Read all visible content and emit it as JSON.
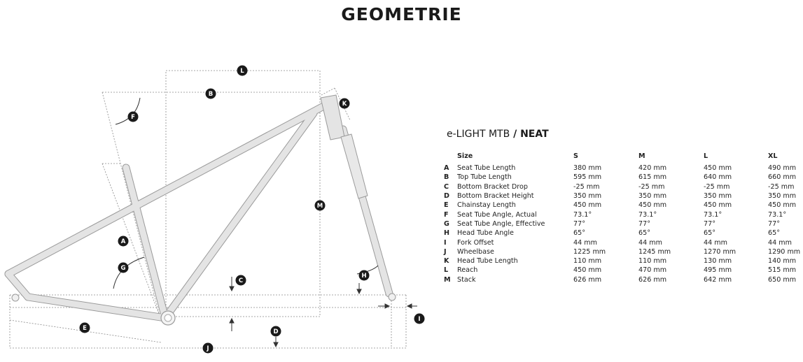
{
  "title": "GEOMETRIE",
  "model": {
    "name": "e-LIGHT MTB",
    "separator": " / ",
    "variant": "NEAT"
  },
  "table": {
    "header": {
      "letter": "",
      "name": "Size",
      "s": "S",
      "m": "M",
      "l": "L",
      "xl": "XL"
    },
    "rows": [
      {
        "letter": "A",
        "name": "Seat Tube Length",
        "s": "380 mm",
        "m": "420 mm",
        "l": "450 mm",
        "xl": "490 mm"
      },
      {
        "letter": "B",
        "name": "Top Tube Length",
        "s": "595 mm",
        "m": "615 mm",
        "l": "640 mm",
        "xl": "660 mm"
      },
      {
        "letter": "C",
        "name": "Bottom Bracket Drop",
        "s": "-25 mm",
        "m": "-25 mm",
        "l": "-25 mm",
        "xl": "-25 mm"
      },
      {
        "letter": "D",
        "name": "Bottom Bracket Height",
        "s": "350 mm",
        "m": "350 mm",
        "l": "350 mm",
        "xl": "350 mm"
      },
      {
        "letter": "E",
        "name": "Chainstay Length",
        "s": "450 mm",
        "m": "450 mm",
        "l": "450 mm",
        "xl": "450 mm"
      },
      {
        "letter": "F",
        "name": "Seat Tube Angle, Actual",
        "s": "73.1°",
        "m": "73.1°",
        "l": "73.1°",
        "xl": "73.1°"
      },
      {
        "letter": "G",
        "name": "Seat Tube Angle, Effective",
        "s": "77°",
        "m": "77°",
        "l": "77°",
        "xl": "77°"
      },
      {
        "letter": "H",
        "name": "Head Tube Angle",
        "s": "65°",
        "m": "65°",
        "l": "65°",
        "xl": "65°"
      },
      {
        "letter": "I",
        "name": "Fork Offset",
        "s": "44 mm",
        "m": "44 mm",
        "l": "44 mm",
        "xl": "44 mm"
      },
      {
        "letter": "J",
        "name": "Wheelbase",
        "s": "1225 mm",
        "m": "1245 mm",
        "l": "1270 mm",
        "xl": "1290 mm"
      },
      {
        "letter": "K",
        "name": "Head Tube Length",
        "s": "110 mm",
        "m": "110 mm",
        "l": "130 mm",
        "xl": "140 mm"
      },
      {
        "letter": "L",
        "name": "Reach",
        "s": "450 mm",
        "m": "470 mm",
        "l": "495 mm",
        "xl": "515 mm"
      },
      {
        "letter": "M",
        "name": "Stack",
        "s": "626 mm",
        "m": "626 mm",
        "l": "642 mm",
        "xl": "650 mm"
      }
    ]
  },
  "diagram": {
    "labels": [
      "A",
      "B",
      "C",
      "D",
      "E",
      "F",
      "G",
      "H",
      "I",
      "J",
      "K",
      "L",
      "M"
    ],
    "frame_color": "#dcdcdc",
    "frame_outline": "#9a9a9a",
    "marker_color": "#1a1a1a",
    "dim_line_color": "#8a8a8a"
  }
}
